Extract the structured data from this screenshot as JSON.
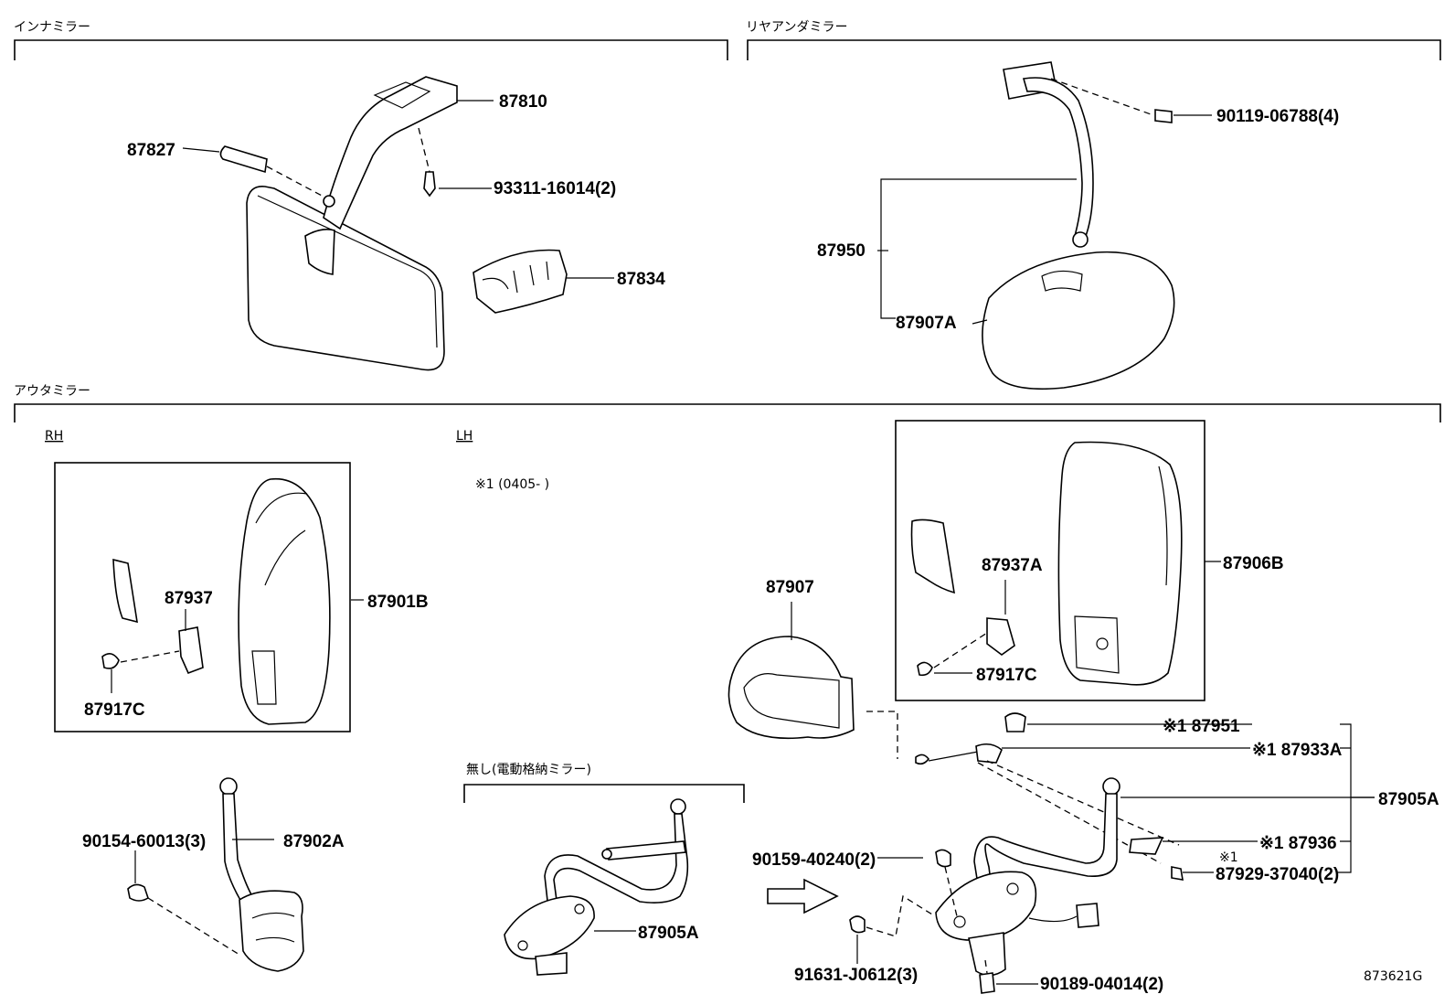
{
  "sections": {
    "inner_mirror": "インナミラー",
    "rear_under_mirror": "リヤアンダミラー",
    "outer_mirror": "アウタミラー"
  },
  "sides": {
    "rh": "RH",
    "lh": "LH"
  },
  "notes": {
    "footnote": "※1 (0405-     )",
    "without_power_fold": "無し(電動格納ミラー)",
    "mark": "※1"
  },
  "parts": {
    "p87810": "87810",
    "p87827": "87827",
    "p93311": "93311-16014(2)",
    "p87834": "87834",
    "p90119": "90119-06788(4)",
    "p87950": "87950",
    "p87907A": "87907A",
    "p87937": "87937",
    "p87901B": "87901B",
    "p87917C_rh": "87917C",
    "p90154": "90154-60013(3)",
    "p87902A": "87902A",
    "p87905A_mid": "87905A",
    "p87907": "87907",
    "p87937A": "87937A",
    "p87906B": "87906B",
    "p87917C_lh": "87917C",
    "p87951": "※1 87951",
    "p87933A": "※1 87933A",
    "p87905A_right": "87905A",
    "p87936": "※1 87936",
    "p87929_mark": "※1",
    "p87929": "87929-37040(2)",
    "p90159": "90159-40240(2)",
    "p91631": "91631-J0612(3)",
    "p90189": "90189-04014(2)"
  },
  "figure_code": "873621G",
  "icons": [
    "direction-arrow-icon"
  ]
}
